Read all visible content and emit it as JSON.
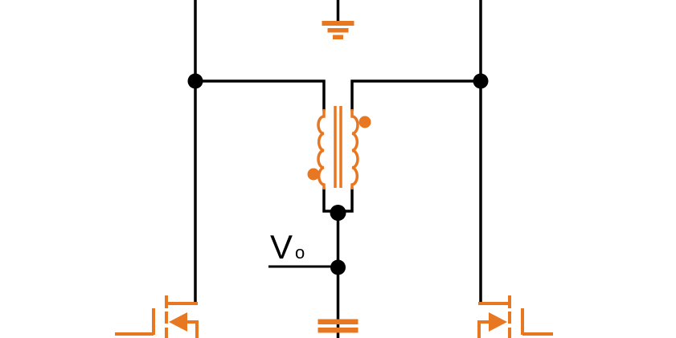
{
  "page": {
    "type": "circuit-schematic",
    "background": "#FFFFFF"
  },
  "colors": {
    "component_orange": "#E87722",
    "wire_black": "#000000"
  },
  "labels": {
    "output_voltage": {
      "base": "V",
      "subscript": "o"
    }
  },
  "components": [
    {
      "name": "earth-ground-symbol"
    },
    {
      "name": "left-vertical-rail"
    },
    {
      "name": "right-vertical-rail"
    },
    {
      "name": "transformer-with-polarity-dots"
    },
    {
      "name": "output-voltage-label"
    },
    {
      "name": "output-capacitor"
    },
    {
      "name": "left-mosfet"
    },
    {
      "name": "right-mosfet"
    }
  ]
}
